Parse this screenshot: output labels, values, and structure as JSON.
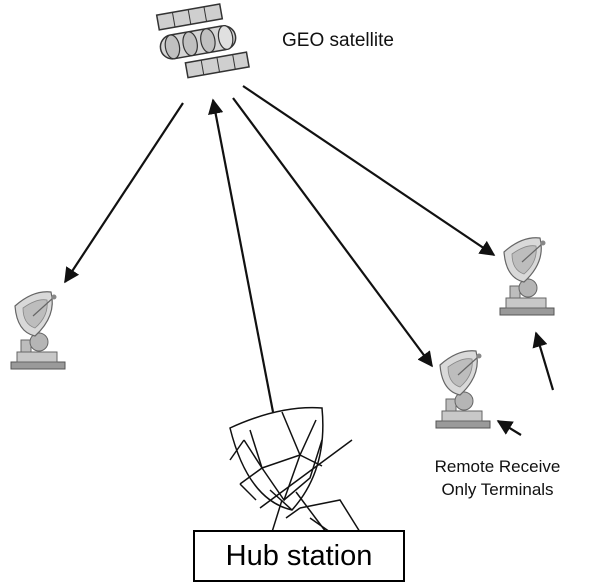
{
  "labels": {
    "satellite": "GEO satellite",
    "remote_line1": "Remote Receive",
    "remote_line2": "Only Terminals",
    "hub": "Hub station"
  },
  "icons": {
    "satellite": "satellite-icon",
    "hub_dish": "hub-dish-icon",
    "terminal_dish": "terminal-dish-icon"
  },
  "colors": {
    "line": "#111111",
    "dish_fill": "#cfcfcf",
    "dish_dark": "#888888",
    "base": "#9a9a9a"
  }
}
